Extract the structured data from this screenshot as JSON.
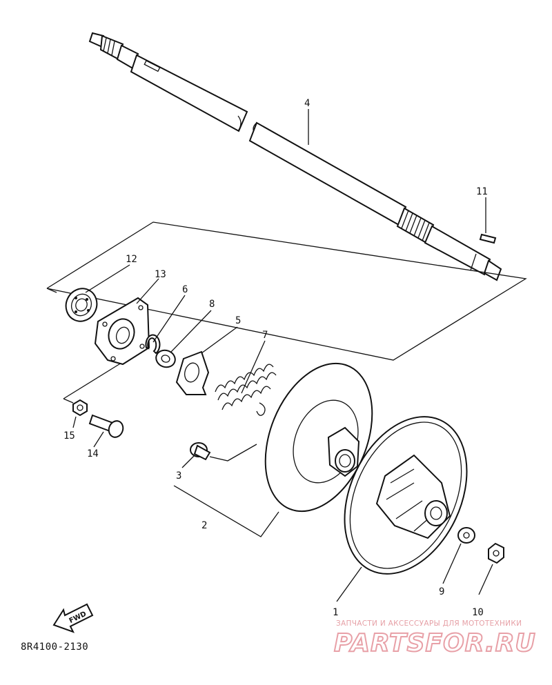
{
  "diagram": {
    "callouts": [
      "1",
      "2",
      "3",
      "4",
      "5",
      "6",
      "7",
      "8",
      "9",
      "10",
      "11",
      "12",
      "13",
      "14",
      "15"
    ],
    "fwd_label": "FWD",
    "drawing_code": "8R4100-2130"
  },
  "watermark": {
    "tagline": "ЗАПЧАСТИ И АКСЕССУАРЫ ДЛЯ МОТОТЕХНИКИ",
    "brand": "PARTSFOR.RU",
    "colors": {
      "outline": "#e8a0a7",
      "tagline": "#e6a0a6"
    }
  }
}
